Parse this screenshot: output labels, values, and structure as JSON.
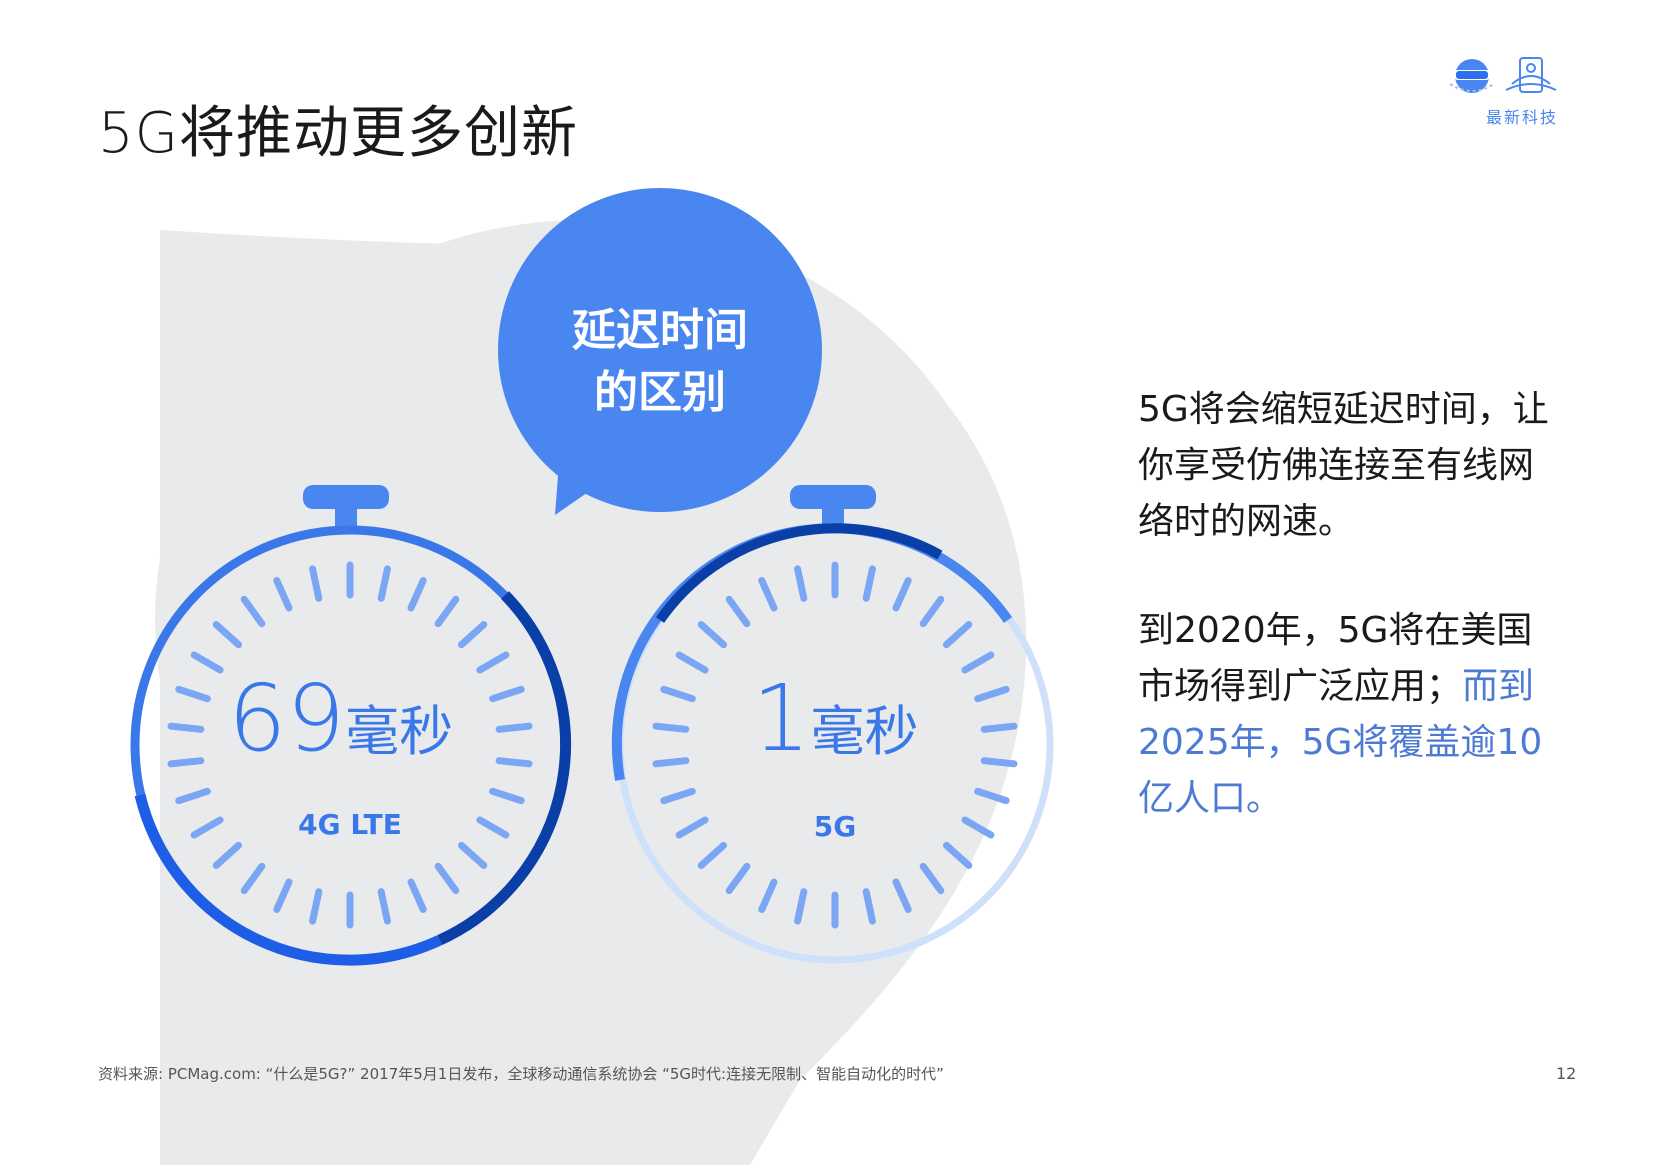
{
  "title": "5G将推动更多创新",
  "logo": {
    "text": "最新科技"
  },
  "bubble": {
    "line1": "延迟时间",
    "line2": "的区别"
  },
  "timers": [
    {
      "value": "69",
      "unit": "毫秒",
      "label": "4G LTE"
    },
    {
      "value": "1",
      "unit": "毫秒",
      "label": "5G"
    }
  ],
  "right": {
    "para1": "5G将会缩短延迟时间，让你享受仿佛连接至有线网络时的网速。",
    "para2_plain": "到2020年，5G将在美国市场得到广泛应用；",
    "para2_accent": "而到2025年，5G将覆盖逾10亿人口。"
  },
  "footer": {
    "source": "资料来源: PCMag.com: “什么是5G?” 2017年5月1日发布，全球移动通信系统协会 “5G时代:连接无限制、智能自动化的时代”",
    "page": "12"
  },
  "colors": {
    "accent": "#4a86f0",
    "dark_blue": "#0a3fa8",
    "mid_blue": "#2d6ff0",
    "light_blue": "#cfe0fb",
    "tick_blue": "#7aa6f3",
    "bg_shape": "#e9eaec"
  },
  "icons": [
    "vr-headset-icon",
    "phone-network-icon"
  ]
}
